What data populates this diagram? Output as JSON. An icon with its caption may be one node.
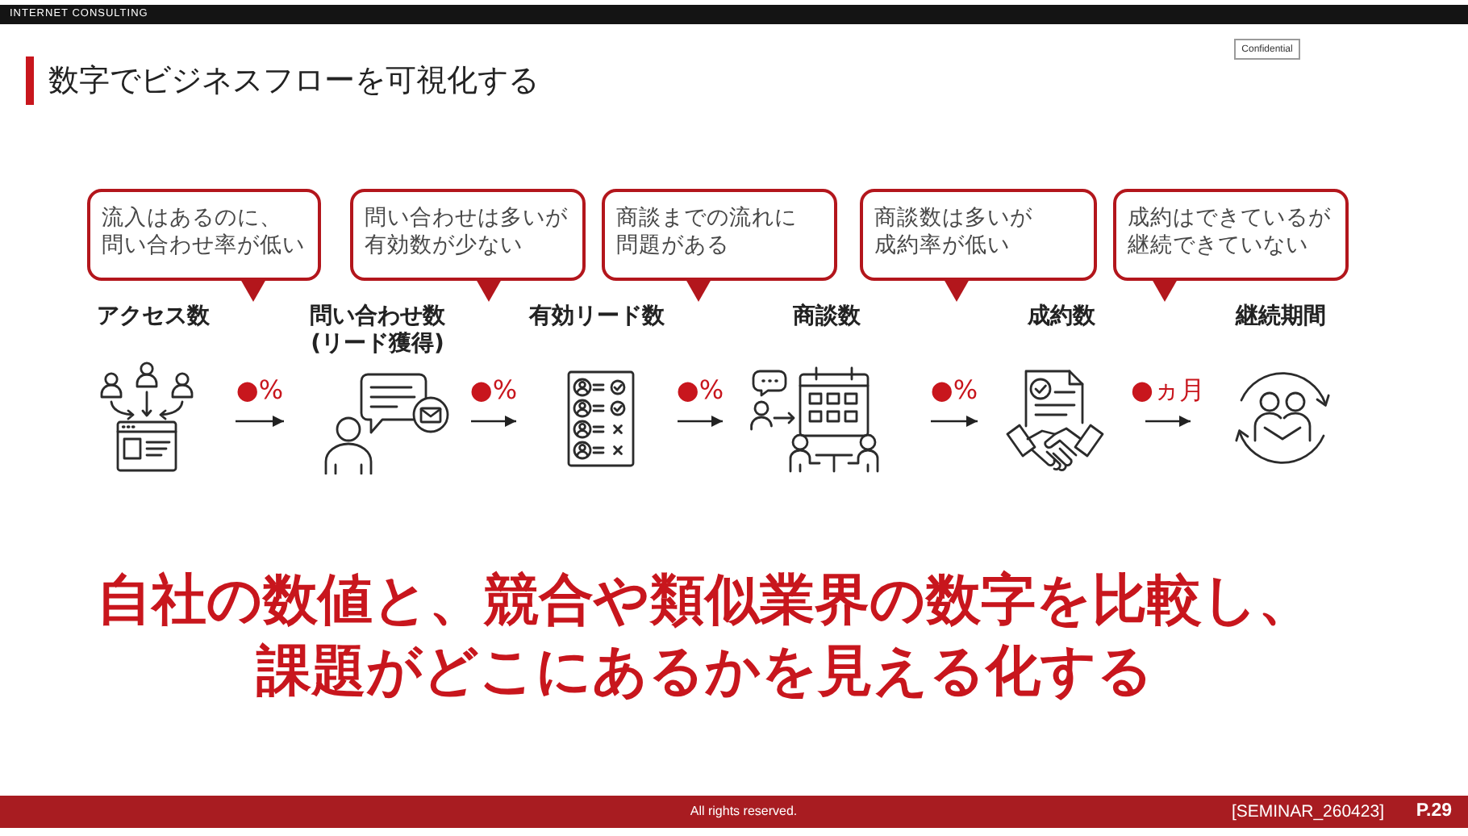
{
  "diagram": {
    "title": "数字でビジネスフローを可視化する",
    "nodes": [
      {
        "text": [
          "流入はあるのに、問い合わせ率が低い"
        ]
      },
      {
        "text": [
          "問い合わせは多いが有効数が少ない"
        ]
      },
      {
        "text": [
          "商談までの流れに問題がある"
        ]
      },
      {
        "text": [
          "商談数は多いが成約率が低い"
        ]
      },
      {
        "text": [
          "成約はできているが継続できていない"
        ]
      },
      {
        "text": [
          "アクセス数"
        ]
      },
      {
        "text": [
          "問い合わせ数(リード獲得)"
        ]
      },
      {
        "text": [
          "有効リード数"
        ]
      },
      {
        "text": [
          "商談数"
        ]
      },
      {
        "text": [
          "成約数"
        ]
      },
      {
        "text": [
          "継続期間"
        ]
      }
    ],
    "edges": [
      {
        "from": 5,
        "to": 6,
        "arrow": "to",
        "label": "●%"
      },
      {
        "from": 6,
        "to": 7,
        "arrow": "to",
        "label": "●%"
      },
      {
        "from": 7,
        "to": 8,
        "arrow": "to",
        "label": "●%"
      },
      {
        "from": 8,
        "to": 9,
        "arrow": "to",
        "label": "●%"
      },
      {
        "from": 9,
        "to": 10,
        "arrow": "to",
        "label": "●ヵ月"
      }
    ],
    "labels": [
      "INTERNET CONSULTING",
      "Confidential",
      "自社の数値と、競合や類似業界の数字を比較し、課題がどこにあるかを見える化する",
      "All rights reserved.",
      "[SEMINAR_260423]",
      "P.29"
    ]
  }
}
